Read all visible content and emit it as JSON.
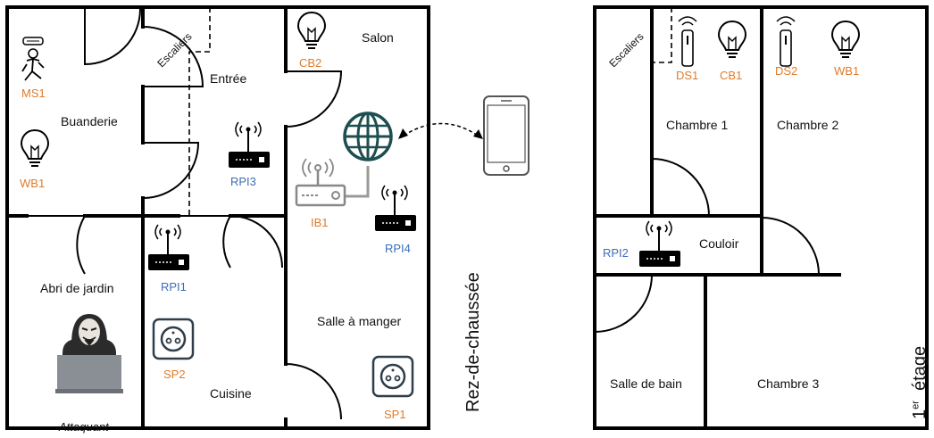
{
  "floors": {
    "ground": {
      "title": "Rez-de-chaussée"
    },
    "first": {
      "title_num": "1",
      "title_sup": "er",
      "title_word": "étage"
    }
  },
  "rooms": {
    "buanderie": "Buanderie",
    "entree": "Entrée",
    "salon": "Salon",
    "abri": "Abri de jardin",
    "cuisine": "Cuisine",
    "salle_manger": "Salle à manger",
    "chambre1": "Chambre 1",
    "chambre2": "Chambre 2",
    "couloir": "Couloir",
    "salle_bain": "Salle de bain",
    "chambre3": "Chambre 3",
    "escaliers_ground": "Escaliers",
    "escaliers_first": "Escaliers"
  },
  "devices": {
    "ms1": "MS1",
    "wb1_ground": "WB1",
    "cb2": "CB2",
    "rpi3": "RPI3",
    "ib1": "IB1",
    "rpi4": "RPI4",
    "rpi1": "RPI1",
    "sp2": "SP2",
    "sp1": "SP1",
    "ds1": "DS1",
    "cb1": "CB1",
    "ds2": "DS2",
    "wb1_first": "WB1",
    "rpi2": "RPI2"
  },
  "attacker": {
    "label": "Attaquant"
  },
  "colors": {
    "sensor_label": "#e07b2a",
    "node_label": "#3b6fb6",
    "router_link": "#9a9a9a"
  },
  "icons": [
    "motion-sensor-icon",
    "light-bulb-icon",
    "raspberry-pi-router-icon",
    "internet-box-icon",
    "globe-icon",
    "smartphone-icon",
    "smart-plug-icon",
    "door-sensor-icon",
    "hacker-icon"
  ]
}
